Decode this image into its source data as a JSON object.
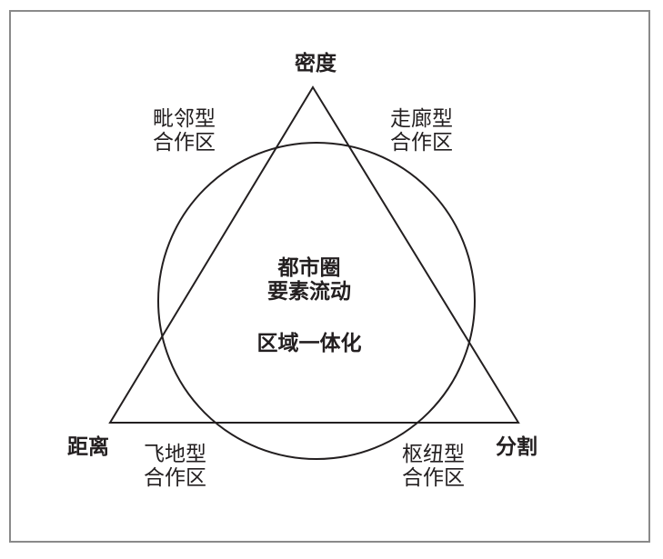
{
  "vertices": {
    "top": "密度",
    "left": "距离",
    "right": "分割"
  },
  "zones": {
    "top_left": [
      "毗邻型",
      "合作区"
    ],
    "top_right": [
      "走廊型",
      "合作区"
    ],
    "bottom_left": [
      "飞地型",
      "合作区"
    ],
    "bottom_right": [
      "枢纽型",
      "合作区"
    ]
  },
  "center": {
    "line1": "都市圈",
    "line2": "要素流动",
    "line3": "区域一体化"
  },
  "colors": {
    "stroke": "#231f20",
    "frame": "#8a8a8a",
    "text": "#231f20"
  }
}
